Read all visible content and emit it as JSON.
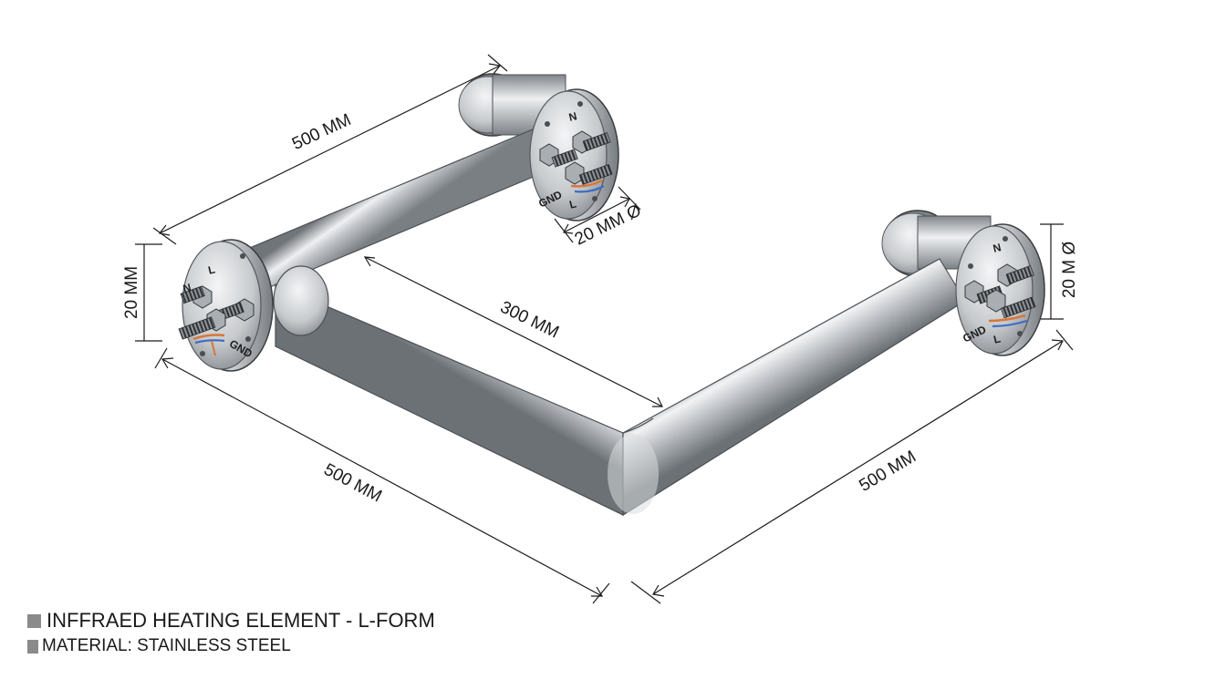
{
  "dimensions": {
    "top_length": "500 MM",
    "flange_height_left": "20 MM",
    "inner_span": "300 MM",
    "bottom_left_length": "500 MM",
    "bottom_right_length": "500 MM",
    "pipe_diameter": "20 MM Ø",
    "flange_height_right": "20 M Ø"
  },
  "terminals": {
    "neutral": "N",
    "live": "L",
    "ground": "GND"
  },
  "legend": {
    "title": "INFFRAED HEATING ELEMENT - L-FORM",
    "material": "MATERIAL: STAINLESS STEEL"
  },
  "colors": {
    "steel_dark": "#6c7074",
    "steel_mid": "#b9bdc1",
    "steel_light": "#f4f5f6",
    "wire_orange": "#d7773a",
    "wire_blue": "#3f6bc4",
    "legend_square": "#8a8a8a"
  }
}
